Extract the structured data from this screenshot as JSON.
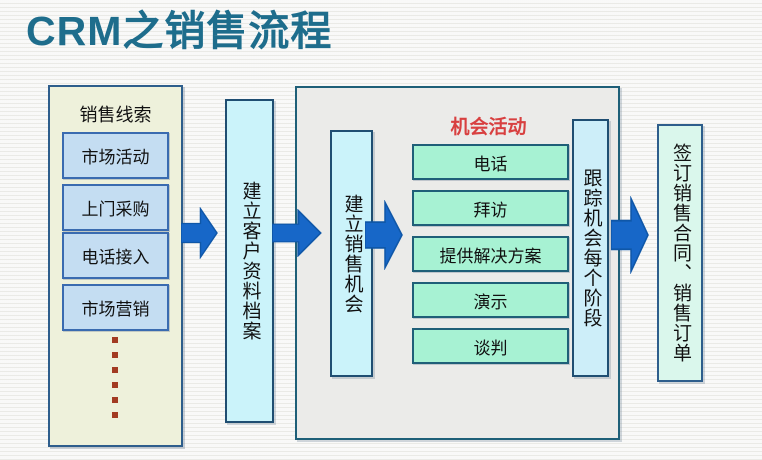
{
  "title": "CRM之销售流程",
  "leads": {
    "header": "销售线索",
    "items": [
      {
        "label": "市场活动"
      },
      {
        "label": "上门采购"
      },
      {
        "label": "电话接入"
      },
      {
        "label": "市场营销"
      }
    ]
  },
  "steps": {
    "customer_file": "建立客户资料档案",
    "sales_opportunity": "建立销售机会",
    "track_stage": "跟踪机会每个阶段",
    "sign_contract": "签订销售合同、销售订单"
  },
  "activities": {
    "label": "机会活动",
    "items": [
      {
        "label": "电话"
      },
      {
        "label": "拜访"
      },
      {
        "label": "提供解决方案"
      },
      {
        "label": "演示"
      },
      {
        "label": "谈判"
      }
    ]
  },
  "colors": {
    "title": "#1e6d8c",
    "arrow_fill": "#1767c8",
    "arrow_stroke": "#0f57a8",
    "leads_panel_bg": "#eef1db",
    "lead_item_bg": "#c4ddf2",
    "lead_item_border": "#3a6bb0",
    "cyan_box_bg": "#cbf3fa",
    "gray_panel_bg": "#ebebe9",
    "activity_bg": "#a7f2d3",
    "activity_label": "#d84040",
    "track_box_bg": "#cdeef9",
    "sign_box_bg": "#daf7ec",
    "dark_border": "#1f4e72",
    "dot": "#a23b22"
  }
}
